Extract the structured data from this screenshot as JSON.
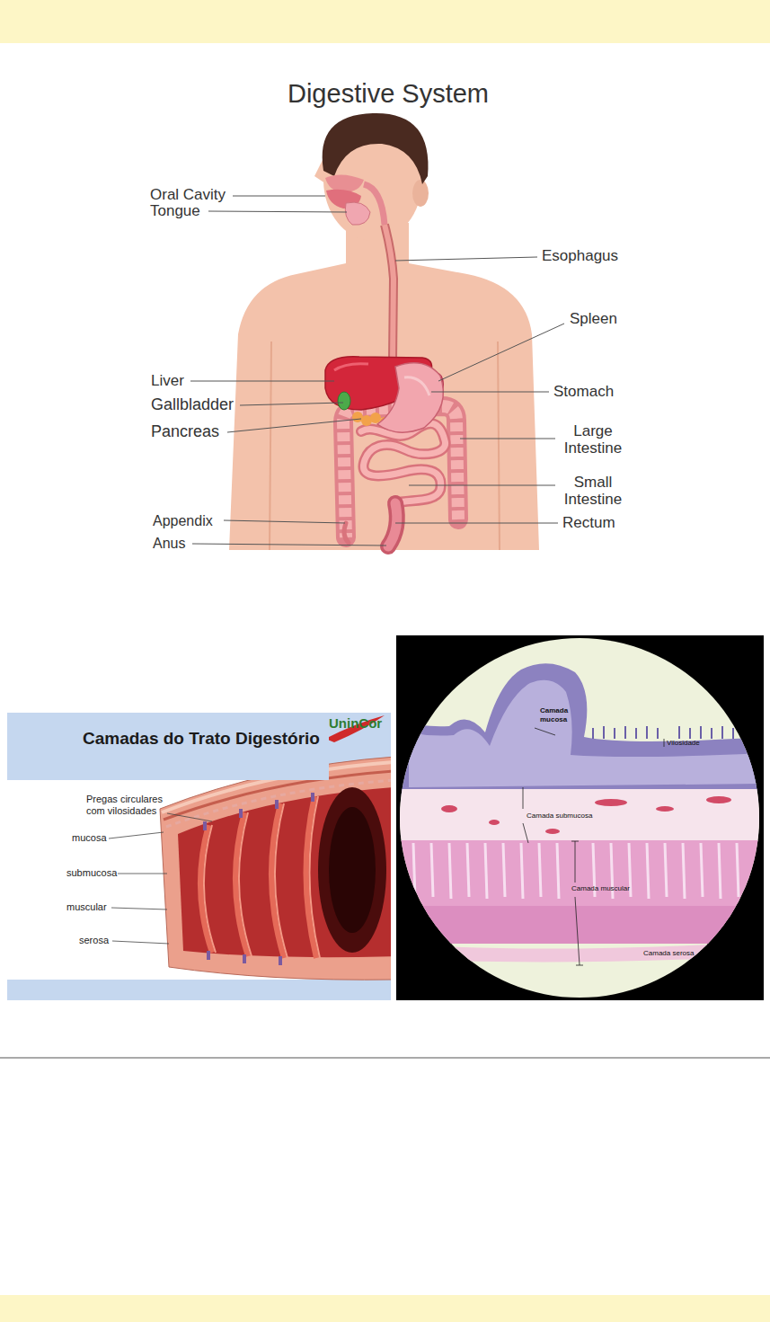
{
  "diagram": {
    "title": "Digestive System",
    "nodes": [
      {
        "text": [
          "Camadas do Trato Digestório"
        ]
      }
    ],
    "labels": [
      "Oral Cavity",
      "Tongue",
      "Esophagus",
      "Spleen",
      "Liver",
      "Gallbladder",
      "Pancreas",
      "Stomach",
      "Large Intestine",
      "Small Intestine",
      "Appendix",
      "Rectum",
      "Anus",
      "UninCor",
      "Pregas circulares com vilosidades",
      "mucosa",
      "submucosa",
      "muscular",
      "serosa",
      "Camada mucosa",
      "Vilosidade",
      "Camada submucosa",
      "Camada muscular",
      "Camada serosa"
    ]
  }
}
